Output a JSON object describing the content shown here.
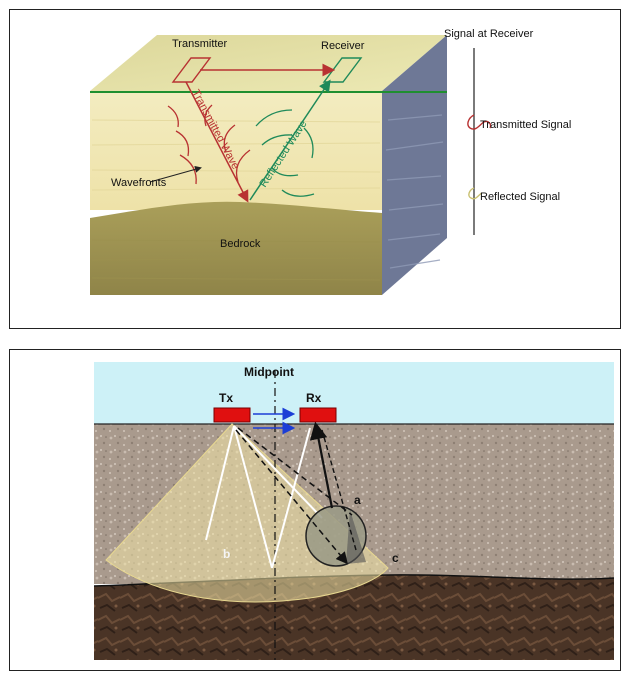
{
  "top_diagram": {
    "transmitter_label": "Transmitter",
    "receiver_label": "Receiver",
    "transmitted_wave_label": "Transmitted Wave",
    "reflected_wave_label": "Reflected Wave",
    "wavefronts_label": "Wavefronts",
    "bedrock_label": "Bedrock",
    "signal_at_receiver_label": "Signal at Receiver",
    "transmitted_signal_label": "Transmitted Signal",
    "reflected_signal_label": "Reflected Signal"
  },
  "bottom_diagram": {
    "midpoint_label": "Midpoint",
    "tx_label": "Tx",
    "rx_label": "Rx",
    "a_label": "a",
    "b_label": "b",
    "c_label": "c"
  },
  "colors": {
    "transmitted": "#b83232",
    "reflected": "#1f8a5a",
    "surface_line": "#1f8f2f",
    "antenna_red": "#e01010",
    "sky": "#cdf1f7"
  }
}
